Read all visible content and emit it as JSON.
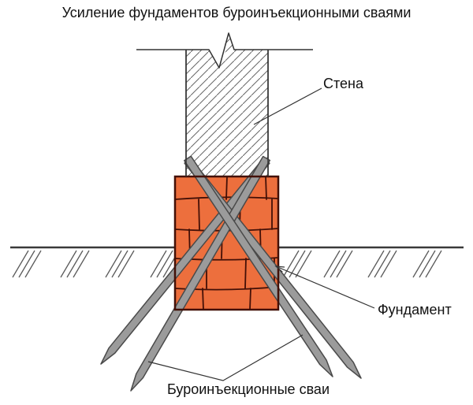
{
  "title": "Усиление фундаментов буроинъекционными сваями",
  "labels": {
    "wall": "Стена",
    "foundation": "Фундамент",
    "piles": "Буроинъекционные сваи"
  },
  "colors": {
    "foundation_fill": "#ED6F3D",
    "foundation_outline": "#431007",
    "pile_fill": "#9B9B9B",
    "pile_outline": "#4A4A4A",
    "line": "#333333",
    "hatch": "#666666",
    "text": "#111111",
    "background": "#FFFFFF"
  }
}
